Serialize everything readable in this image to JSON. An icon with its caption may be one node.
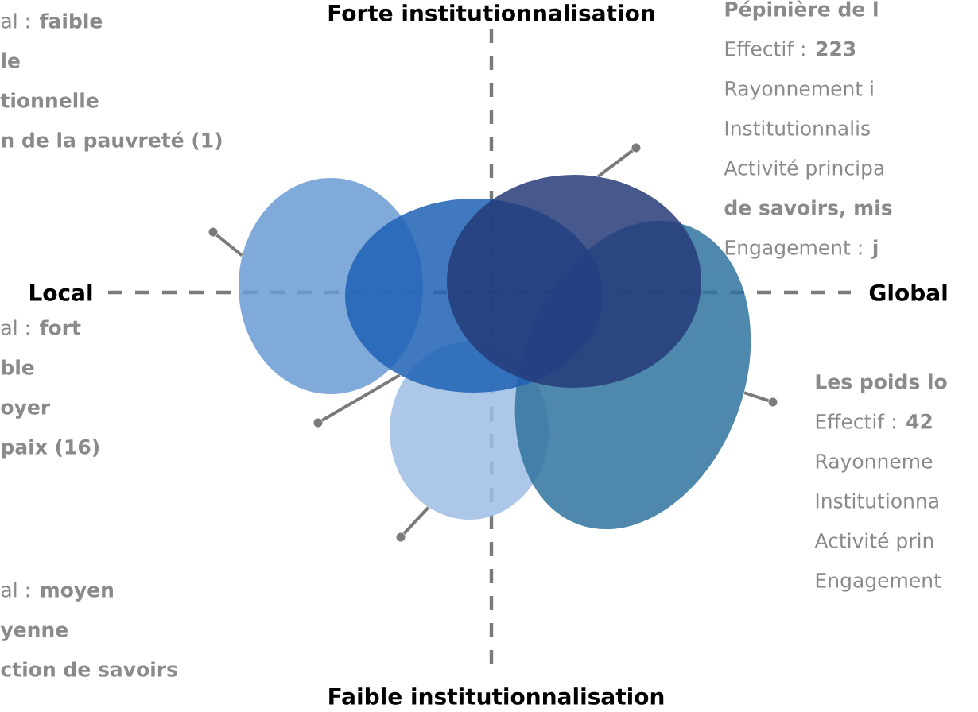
{
  "diagram": {
    "nodes": [
      {
        "text": [
          "al : **faible**",
          "le",
          "tionnelle",
          "n de la pauvreté (1)"
        ]
      },
      {
        "text": [
          "Pépinière de l",
          "Effectif : **223**",
          "Rayonnement i",
          "Institutionnalis",
          "Activité principa",
          "de savoirs, mis",
          "Engagement : **j**"
        ]
      },
      {
        "text": [
          "al : **fort**",
          "ble",
          "oyer",
          "paix (16)"
        ]
      },
      {
        "text": [
          "Les poids lo",
          "Effectif : **42**",
          "Rayonneme",
          "Institutionna",
          "Activité prin",
          "Engagement"
        ]
      },
      {
        "text": [
          "al : **moyen**",
          "yenne",
          "ction de savoirs"
        ]
      },
      {
        "text": [],
        "shape": "ellipse"
      },
      {
        "text": [],
        "shape": "ellipse"
      },
      {
        "text": [],
        "shape": "ellipse"
      },
      {
        "text": [],
        "shape": "ellipse"
      },
      {
        "text": [],
        "shape": "ellipse"
      },
      {
        "text": [],
        "shape": "circle"
      },
      {
        "text": [],
        "shape": "circle"
      },
      {
        "text": [],
        "shape": "circle"
      },
      {
        "text": [],
        "shape": "circle"
      },
      {
        "text": [],
        "shape": "circle"
      }
    ],
    "edges": [
      {
        "from": 10,
        "to": 5,
        "arrow": "none"
      },
      {
        "from": 11,
        "to": 8,
        "arrow": "none"
      },
      {
        "from": 12,
        "to": 6,
        "arrow": "none"
      },
      {
        "from": 13,
        "to": 9,
        "arrow": "none"
      },
      {
        "from": 14,
        "to": 7,
        "arrow": "none"
      }
    ],
    "labels": [
      "Forte institutionnalisation",
      "Local",
      "Global",
      "Faible institutionnalisation"
    ]
  }
}
